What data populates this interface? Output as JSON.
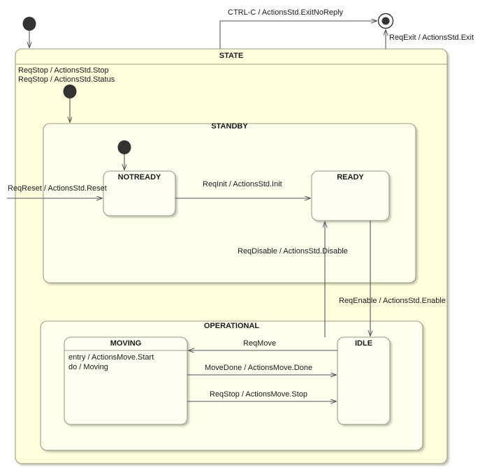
{
  "diagram": {
    "type": "uml-state-machine",
    "title": "STATE",
    "colors": {
      "outer_region_fill": "#ffffdd",
      "inner_region_fill": "#ffffee",
      "state_fill": "#fffff2",
      "border": "#9a9a80",
      "line": "#555555",
      "text": "#1a1a1a",
      "initial_node": "#333333",
      "background": "#ffffff"
    },
    "nodes": {
      "initial_top": {
        "name": "initial-pseudostate"
      },
      "final_top": {
        "name": "final-state"
      },
      "state": {
        "label": "STATE"
      },
      "standby": {
        "label": "STANDBY"
      },
      "operational": {
        "label": "OPERATIONAL"
      },
      "notready": {
        "label": "NOTREADY"
      },
      "ready": {
        "label": "READY"
      },
      "moving": {
        "label": "MOVING",
        "body_line1": "entry / ActionsMove.Start",
        "body_line2": "do / Moving"
      },
      "idle": {
        "label": "IDLE"
      },
      "initial_standby": {
        "name": "initial-pseudostate-standby"
      }
    },
    "transitions": {
      "ctrl_c_exit_no_reply": "CTRL-C / ActionsStd.ExitNoReply",
      "req_exit": "ReqExit / ActionsStd.Exit",
      "req_stop_stop": "ReqStop / ActionsStd.Stop",
      "req_stop_status": "ReqStop / ActionsStd.Status",
      "req_reset": "ReqReset / ActionsStd.Reset",
      "req_init": "ReqInit / ActionsStd.Init",
      "req_disable": "ReqDisable / ActionsStd.Disable",
      "req_enable": "ReqEnable / ActionsStd.Enable",
      "req_move": "ReqMove",
      "move_done": "MoveDone / ActionsMove.Done",
      "req_stop_move": "ReqStop / ActionsMove.Stop"
    }
  }
}
